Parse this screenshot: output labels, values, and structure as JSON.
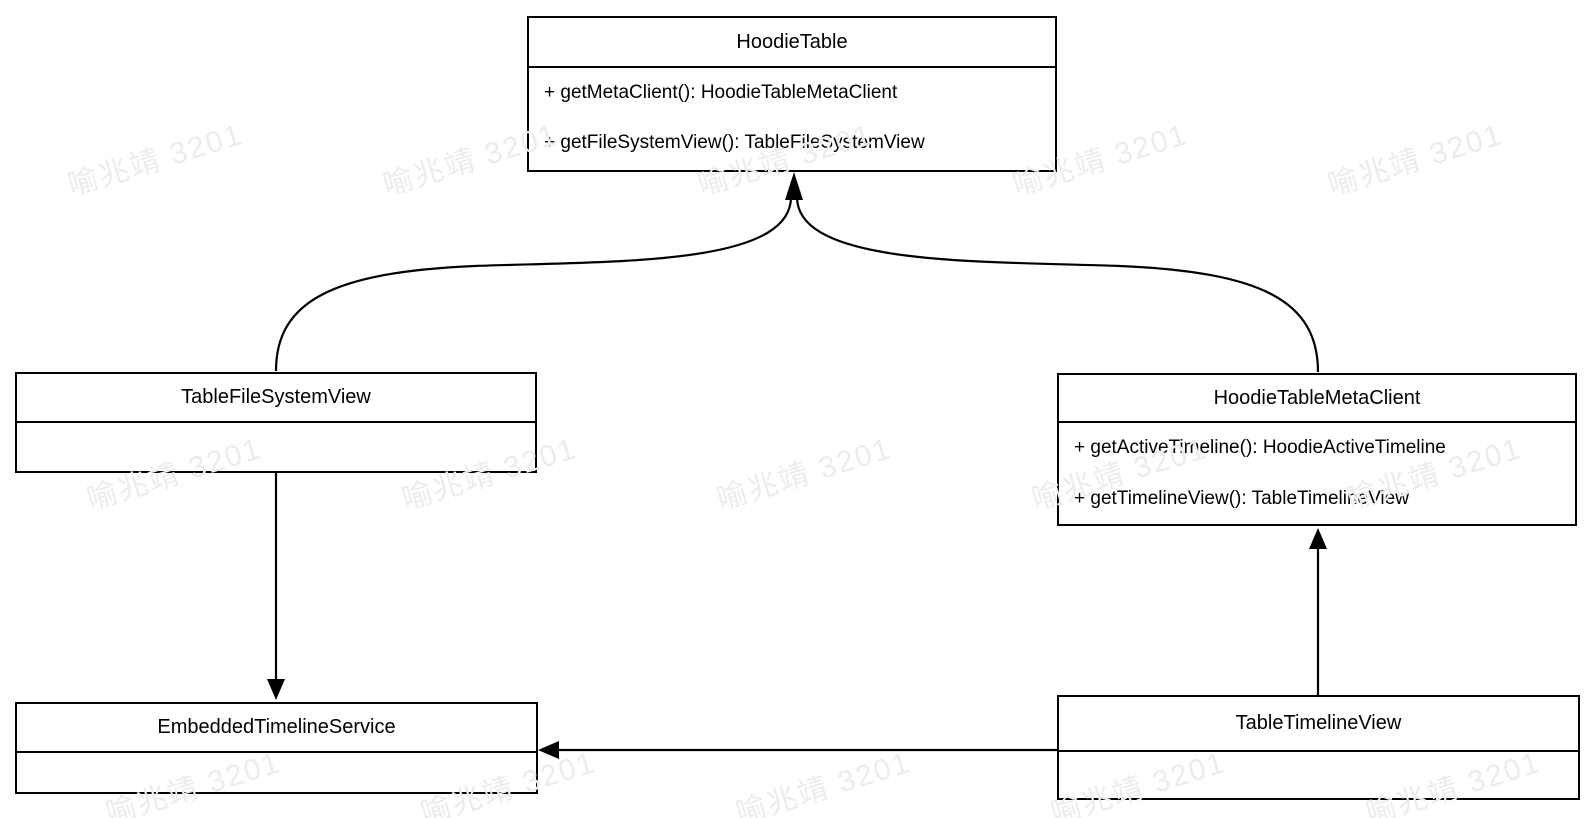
{
  "diagram": {
    "type": "uml-class-diagram",
    "background_color": "#ffffff",
    "line_color": "#000000",
    "text_color": "#000000"
  },
  "watermark": {
    "text": "喻兆靖 3201",
    "color": "#ececec"
  },
  "classes": [
    {
      "name": "HoodieTable",
      "methods": [
        "+ getMetaClient(): HoodieTableMetaClient",
        "+ getFileSystemView(): TableFileSystemView"
      ]
    },
    {
      "name": "TableFileSystemView",
      "methods": []
    },
    {
      "name": "HoodieTableMetaClient",
      "methods": [
        "+ getActiveTimeline(): HoodieActiveTimeline",
        "+ getTimelineView(): TableTimelineView"
      ]
    },
    {
      "name": "EmbeddedTimelineService",
      "methods": []
    },
    {
      "name": "TableTimelineView",
      "methods": []
    }
  ],
  "relationships": [
    {
      "from": "TableFileSystemView",
      "to": "HoodieTable",
      "arrowhead": "filled-triangle",
      "shape": "curved"
    },
    {
      "from": "HoodieTableMetaClient",
      "to": "HoodieTable",
      "arrowhead": "filled-triangle",
      "shape": "curved"
    },
    {
      "from": "TableFileSystemView",
      "to": "EmbeddedTimelineService",
      "arrowhead": "filled-triangle",
      "shape": "straight-vertical"
    },
    {
      "from": "TableTimelineView",
      "to": "HoodieTableMetaClient",
      "arrowhead": "filled-triangle",
      "shape": "straight-vertical"
    },
    {
      "from": "TableTimelineView",
      "to": "EmbeddedTimelineService",
      "arrowhead": "filled-triangle",
      "shape": "straight-horizontal"
    }
  ]
}
